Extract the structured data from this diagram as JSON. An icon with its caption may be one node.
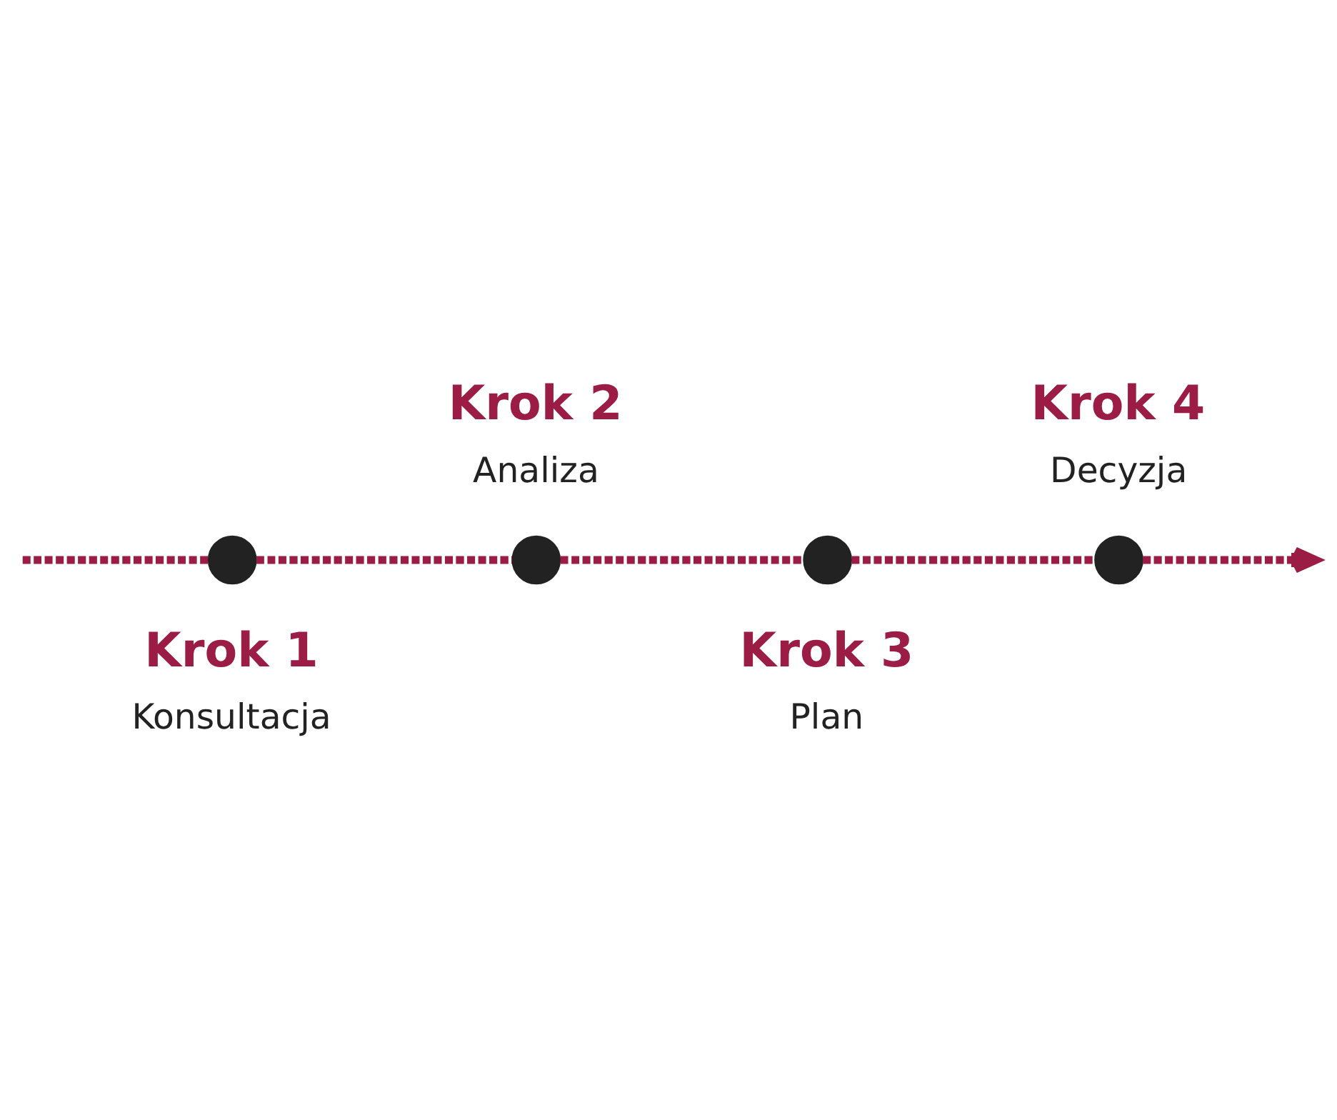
{
  "diagram": {
    "nodes": [
      {
        "text": [],
        "shape": "circle",
        "beside": [
          "Krok 1",
          "Konsultacja"
        ]
      },
      {
        "text": [],
        "shape": "circle",
        "beside": [
          "Krok 2",
          "Analiza"
        ]
      },
      {
        "text": [],
        "shape": "circle",
        "beside": [
          "Krok 3",
          "Plan"
        ]
      },
      {
        "text": [],
        "shape": "circle",
        "beside": [
          "Krok 4",
          "Decyzja"
        ]
      }
    ],
    "edges": [
      {
        "from": null,
        "to": 0,
        "arrow": "none",
        "style": "dashed"
      },
      {
        "from": 0,
        "to": 1,
        "arrow": "none",
        "style": "dashed"
      },
      {
        "from": 1,
        "to": 2,
        "arrow": "none",
        "style": "dashed"
      },
      {
        "from": 2,
        "to": 3,
        "arrow": "none",
        "style": "dashed"
      },
      {
        "from": 3,
        "to": null,
        "arrow": "to",
        "style": "dashed"
      }
    ]
  }
}
